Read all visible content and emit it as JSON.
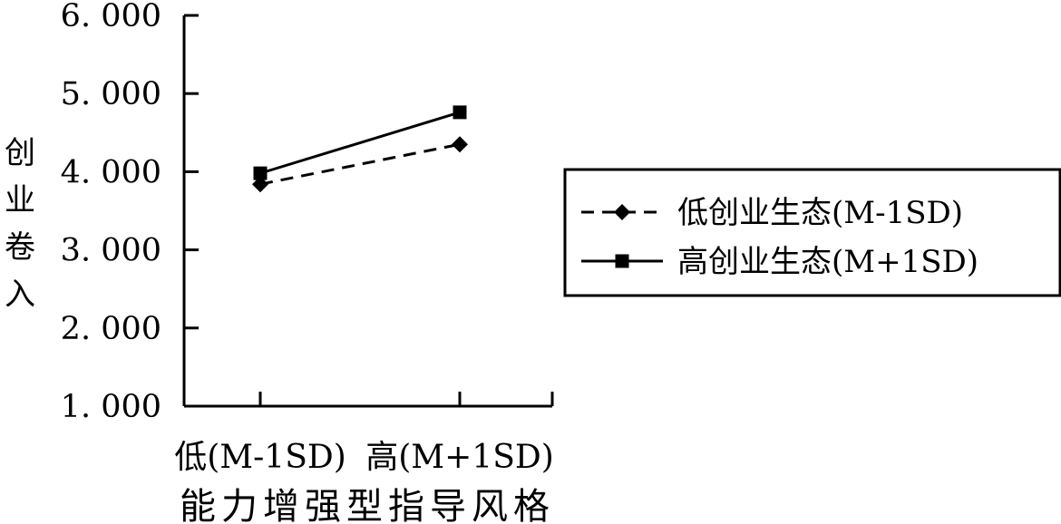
{
  "chart_data": {
    "type": "line",
    "categories": [
      "低(M-1SD)",
      "高(M+1SD)"
    ],
    "series": [
      {
        "name": "低创业生态(M-1SD)",
        "values": [
          3.84,
          4.35
        ],
        "line": "dashed",
        "marker": "diamond"
      },
      {
        "name": "高创业生态(M+1SD)",
        "values": [
          3.98,
          4.76
        ],
        "line": "solid",
        "marker": "square"
      }
    ],
    "xlabel": "能力增强型指导风格",
    "ylabel": "创业卷入",
    "ylim": [
      1,
      6
    ],
    "yticks": [
      1,
      2,
      3,
      4,
      5,
      6
    ],
    "ytick_labels": [
      "1. 000",
      "2. 000",
      "3. 000",
      "4. 000",
      "5. 000",
      "6. 000"
    ],
    "legend_position": "right",
    "grid": false
  },
  "colors": {
    "line": "#000000",
    "background": "#ffffff"
  }
}
